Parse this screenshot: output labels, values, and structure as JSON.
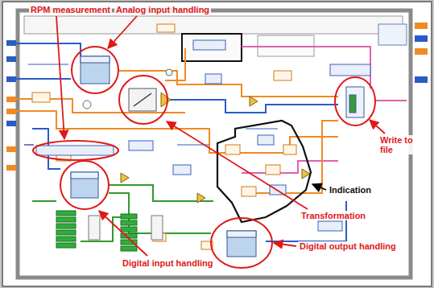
{
  "diagram": {
    "labels": [
      "RPM measurement",
      "Analog input handling",
      "Write to file",
      "Indication",
      "Transformation",
      "Digital output handling",
      "Digital input handling"
    ]
  }
}
